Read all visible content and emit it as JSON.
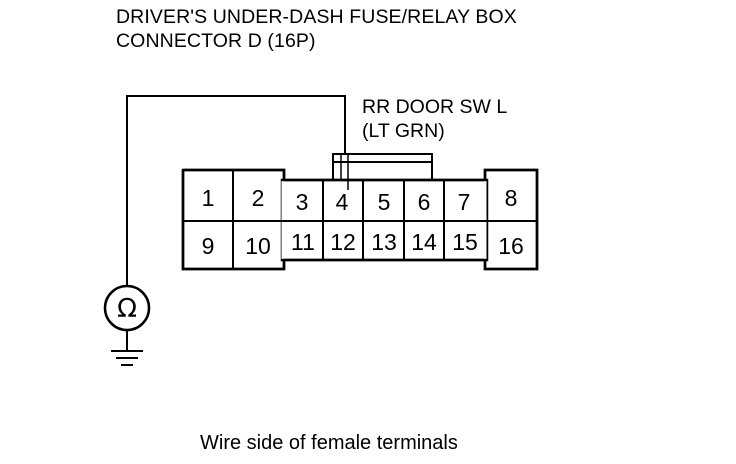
{
  "title": {
    "line1": "DRIVER'S UNDER-DASH FUSE/RELAY BOX",
    "line2": "CONNECTOR D (16P)"
  },
  "wire_label": {
    "line1": "RR DOOR SW L",
    "line2": "(LT GRN)"
  },
  "connector": {
    "top_pins": [
      "1",
      "2",
      "3",
      "4",
      "5",
      "6",
      "7",
      "8"
    ],
    "bottom_pins": [
      "9",
      "10",
      "11",
      "12",
      "13",
      "14",
      "15",
      "16"
    ]
  },
  "meter": {
    "symbol": "Ω",
    "icon": "ohmmeter-icon",
    "ground_icon": "ground-icon"
  },
  "caption": "Wire side of female terminals"
}
